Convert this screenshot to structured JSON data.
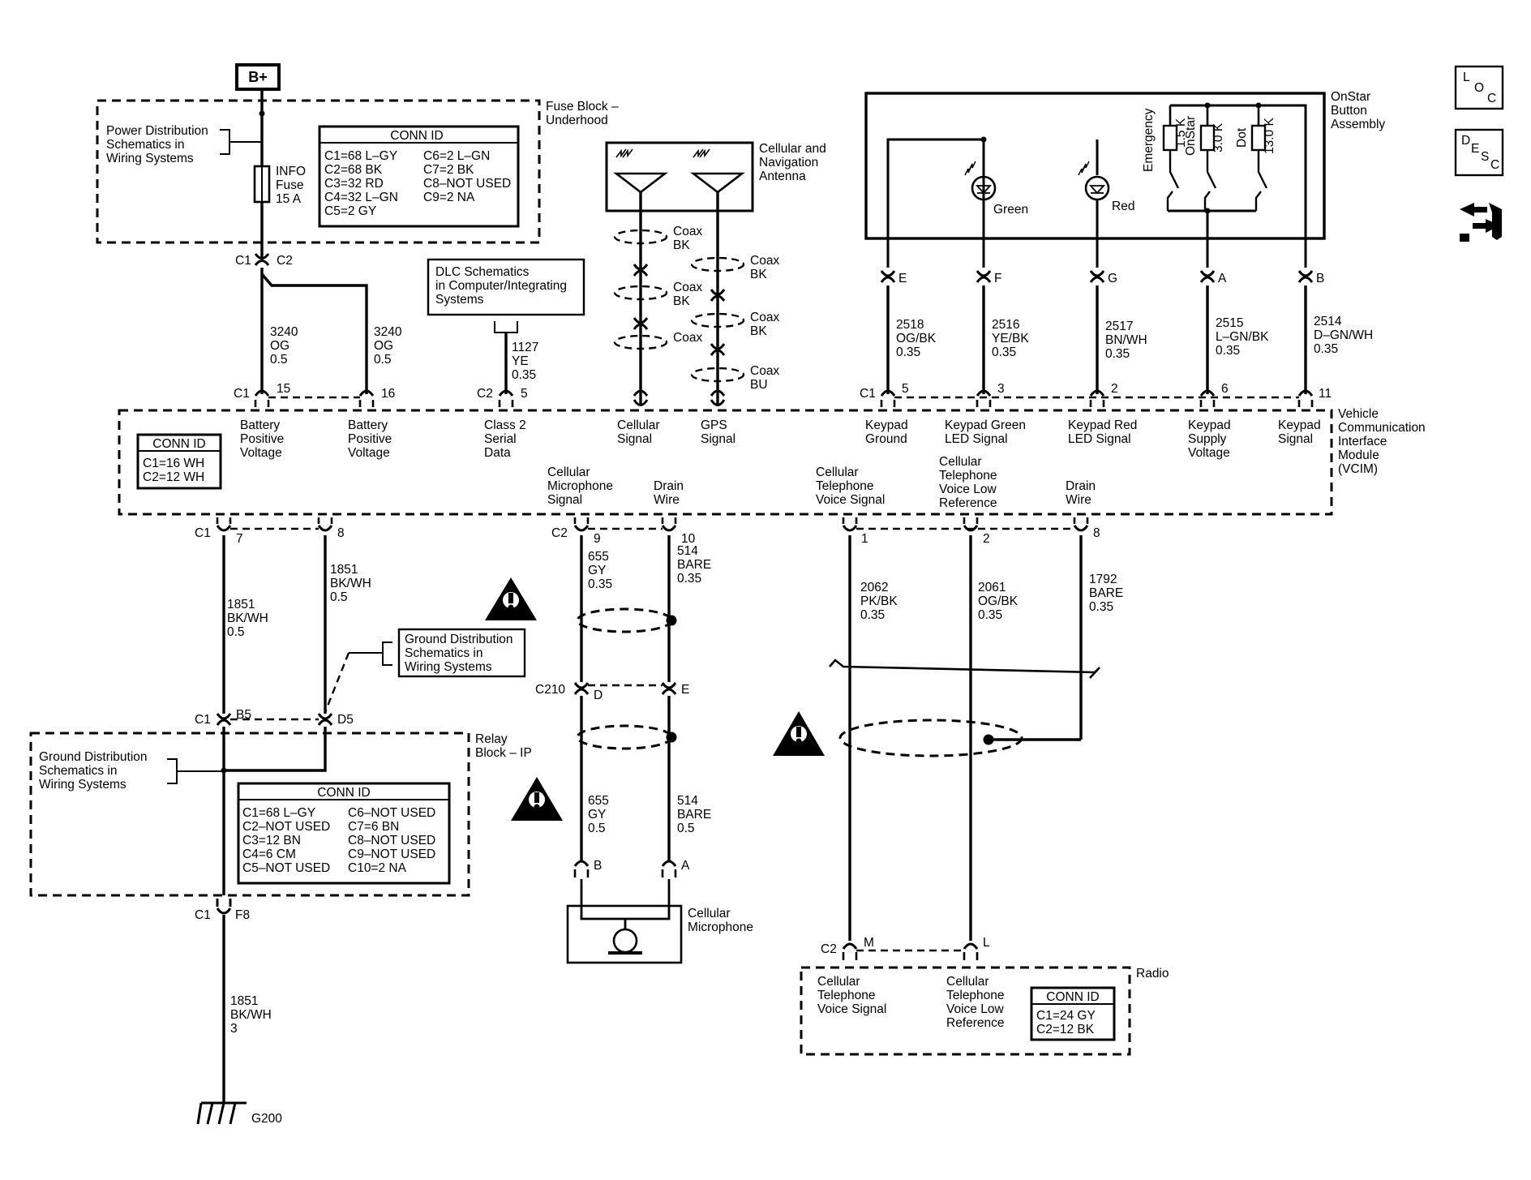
{
  "power": {
    "bplus": "B+",
    "fuse_block_title": [
      "Fuse Block –",
      "Underhood"
    ],
    "power_dist_ref": [
      "Power Distribution",
      "Schematics in",
      "Wiring Systems"
    ],
    "fuse_label": [
      "INFO",
      "Fuse",
      "15 A"
    ],
    "conn_id_title": "CONN ID",
    "conn_id_left": [
      "C1=68 L–GY",
      "C2=68 BK",
      "C3=32 RD",
      "C4=32 L–GN",
      "C5=2 GY"
    ],
    "conn_id_right": [
      "C6=2 L–GN",
      "C7=2 BK",
      "C8–NOT USED",
      "C9=2 NA"
    ]
  },
  "fuse_out": {
    "c1": "C1",
    "c2": "C2"
  },
  "wires_top": {
    "w3240a": [
      "3240",
      "OG",
      "0.5"
    ],
    "w3240b": [
      "3240",
      "OG",
      "0.5"
    ],
    "w1127": [
      "1127",
      "YE",
      "0.35"
    ],
    "w2518": [
      "2518",
      "OG/BK",
      "0.35"
    ],
    "w2516": [
      "2516",
      "YE/BK",
      "0.35"
    ],
    "w2517": [
      "2517",
      "BN/WH",
      "0.35"
    ],
    "w2515": [
      "2515",
      "L–GN/BK",
      "0.35"
    ],
    "w2514": [
      "2514",
      "D–GN/WH",
      "0.35"
    ]
  },
  "dlc_ref": [
    "DLC Schematics",
    "in Computer/Integrating",
    "Systems"
  ],
  "antenna": {
    "title": [
      "Cellular and",
      "Navigation",
      "Antenna"
    ],
    "coax_left": [
      [
        "Coax",
        "BK"
      ],
      [
        "Coax",
        "BK"
      ],
      [
        "Coax"
      ]
    ],
    "coax_right": [
      [
        "Coax",
        "BK"
      ],
      [
        "Coax",
        "BK"
      ],
      [
        "Coax",
        "BU"
      ]
    ]
  },
  "onstar": {
    "title": [
      "OnStar",
      "Button",
      "Assembly"
    ],
    "green": "Green",
    "red": "Red",
    "switch_labels": [
      "Emergency",
      "OnStar",
      "Dot"
    ],
    "resistors": [
      "1.5 K",
      "3.0 K",
      "13.0 K"
    ],
    "pins": [
      "E",
      "F",
      "G",
      "A",
      "B"
    ]
  },
  "vcim": {
    "title": [
      "Vehicle",
      "Communication",
      "Interface",
      "Module",
      "(VCIM)"
    ],
    "conn_id_title": "CONN ID",
    "conn_id": [
      "C1=16 WH",
      "C2=12 WH"
    ],
    "top_conn": {
      "c1_left": "C1",
      "pin15": "15",
      "pin16": "16",
      "c2": "C2",
      "pin5": "5",
      "c1_right": "C1",
      "pin5r": "5",
      "pin3": "3",
      "pin2": "2",
      "pin6": "6",
      "pin11": "11"
    },
    "top_labels": {
      "batt1": [
        "Battery",
        "Positive",
        "Voltage"
      ],
      "batt2": [
        "Battery",
        "Positive",
        "Voltage"
      ],
      "class2": [
        "Class 2",
        "Serial",
        "Data"
      ],
      "cell_sig": [
        "Cellular",
        "Signal"
      ],
      "gps_sig": [
        "GPS",
        "Signal"
      ],
      "kp_gnd": [
        "Keypad",
        "Ground"
      ],
      "kp_green": [
        "Keypad Green",
        "LED Signal"
      ],
      "kp_red": [
        "Keypad Red",
        "LED Signal"
      ],
      "kp_supply": [
        "Keypad",
        "Supply",
        "Voltage"
      ],
      "kp_sig": [
        "Keypad",
        "Signal"
      ]
    },
    "bottom_labels": {
      "mic_sig": [
        "Cellular",
        "Microphone",
        "Signal"
      ],
      "drain1": [
        "Drain",
        "Wire"
      ],
      "tel_voice": [
        "Cellular",
        "Telephone",
        "Voice Signal"
      ],
      "tel_low": [
        "Cellular",
        "Telephone",
        "Voice Low",
        "Reference"
      ],
      "drain2": [
        "Drain",
        "Wire"
      ]
    },
    "bottom_conn": {
      "c1": "C1",
      "pin7": "7",
      "pin8": "8",
      "c2": "C2",
      "pin9": "9",
      "pin10": "10",
      "pin1": "1",
      "pin2": "2",
      "pin8b": "8"
    }
  },
  "wires_mid": {
    "w1851a": [
      "1851",
      "BK/WH",
      "0.5"
    ],
    "w1851b": [
      "1851",
      "BK/WH",
      "0.5"
    ],
    "w655a": [
      "655",
      "GY",
      "0.35"
    ],
    "w514a": [
      "514",
      "BARE",
      "0.35"
    ],
    "w2062": [
      "2062",
      "PK/BK",
      "0.35"
    ],
    "w2061": [
      "2061",
      "OG/BK",
      "0.35"
    ],
    "w1792": [
      "1792",
      "BARE",
      "0.35"
    ],
    "w655b": [
      "655",
      "GY",
      "0.5"
    ],
    "w514b": [
      "514",
      "BARE",
      "0.5"
    ],
    "w1851c": [
      "1851",
      "BK/WH",
      "3"
    ]
  },
  "ground_ref_top": [
    "Ground Distribution",
    "Schematics in",
    "Wiring Systems"
  ],
  "relay": {
    "title": [
      "Relay",
      "Block – IP"
    ],
    "c1": "C1",
    "b5": "B5",
    "d5": "D5",
    "ground_ref": [
      "Ground Distribution",
      "Schematics in",
      "Wiring Systems"
    ],
    "conn_id_title": "CONN ID",
    "conn_id_left": [
      "C1=68 L–GY",
      "C2–NOT USED",
      "C3=12 BN",
      "C4=6 CM",
      "C5–NOT USED"
    ],
    "conn_id_right": [
      "C6–NOT USED",
      "C7=6 BN",
      "C8–NOT USED",
      "C9–NOT USED",
      "C10=2 NA"
    ],
    "out_c1": "C1",
    "out_f8": "F8"
  },
  "c210": {
    "label": "C210",
    "d": "D",
    "e": "E"
  },
  "mic": {
    "title": [
      "Cellular",
      "Microphone"
    ],
    "b": "B",
    "a": "A"
  },
  "ground": {
    "label": "G200"
  },
  "radio": {
    "title": "Radio",
    "c2": "C2",
    "m": "M",
    "l": "L",
    "voice": [
      "Cellular",
      "Telephone",
      "Voice Signal"
    ],
    "low": [
      "Cellular",
      "Telephone",
      "Voice Low",
      "Reference"
    ],
    "conn_id_title": "CONN ID",
    "conn_id": [
      "C1=24 GY",
      "C2=12 BK"
    ]
  },
  "side_icons": {
    "loc": [
      "L",
      "O",
      "C"
    ],
    "desc": [
      "D",
      "E",
      "S",
      "C"
    ]
  },
  "icons": [
    "warning-icon",
    "loc-icon",
    "desc-icon",
    "component-view-icon",
    "lamp-icon",
    "ground-icon",
    "antenna-icon"
  ]
}
